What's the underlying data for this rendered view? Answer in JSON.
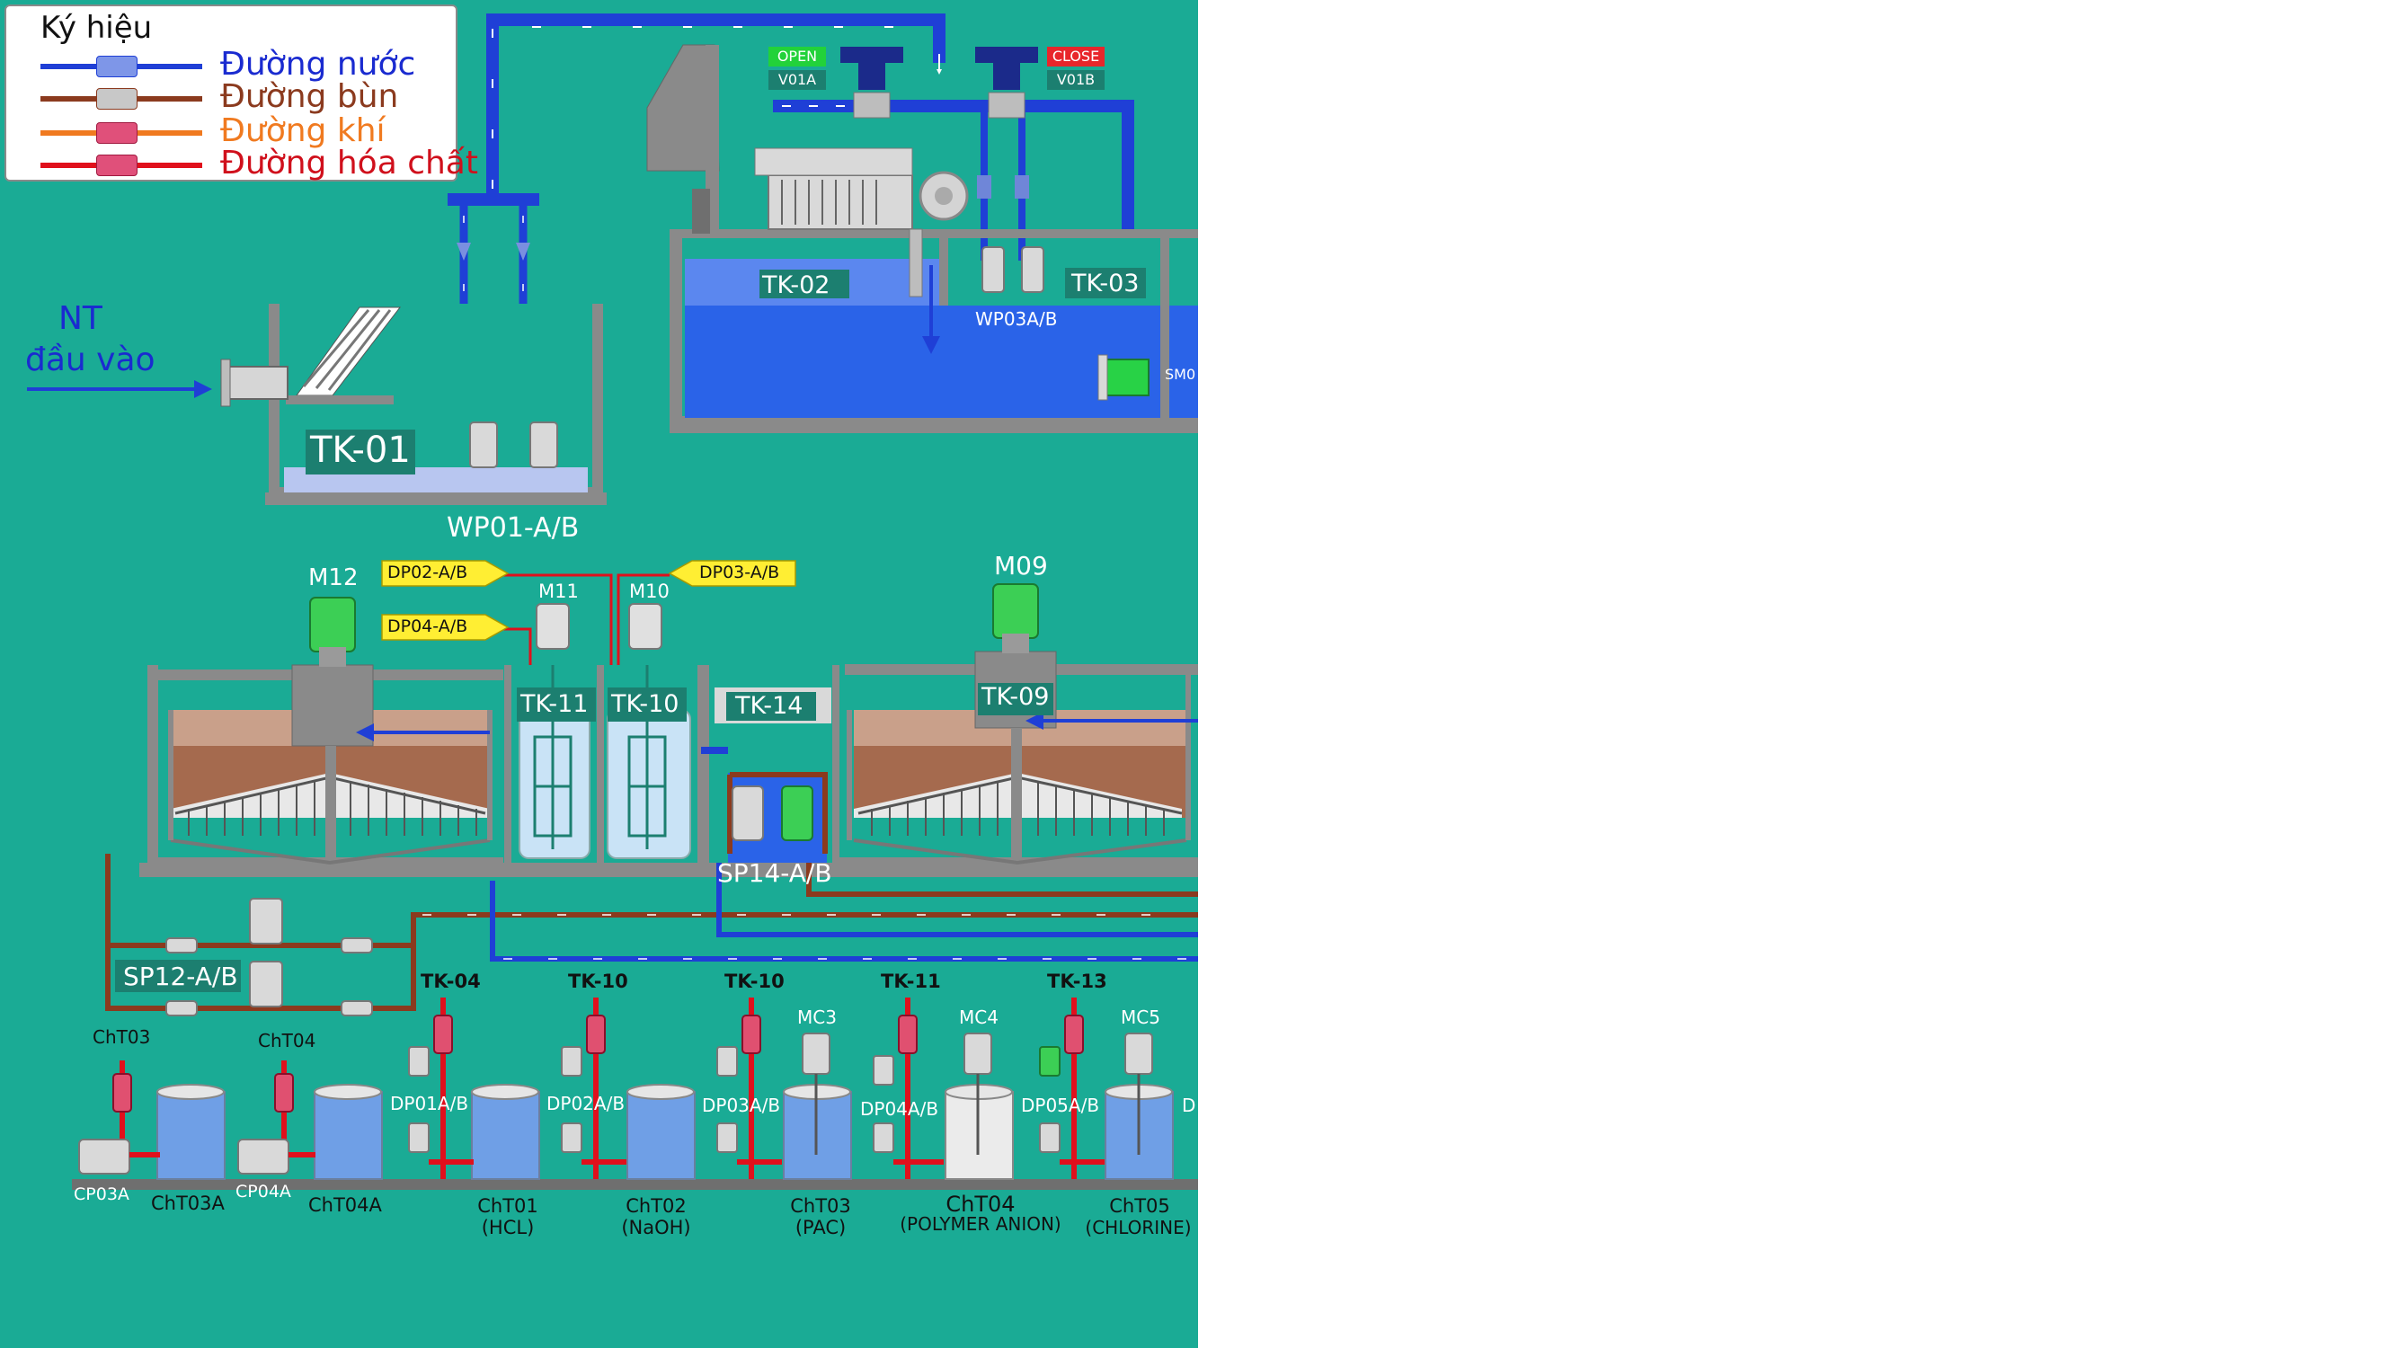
{
  "legend": {
    "title": "Ký hiệu",
    "items": [
      {
        "label": "Đường nước",
        "color": "#1f3fd6",
        "text_color": "#1a2bd0"
      },
      {
        "label": "Đường bùn",
        "color": "#8b3a1e",
        "text_color": "#8b3a1e"
      },
      {
        "label": "Đường khí",
        "color": "#f07a20",
        "text_color": "#f07a20"
      },
      {
        "label": "Đường hóa chất",
        "color": "#e0101c",
        "text_color": "#d0101c"
      }
    ]
  },
  "inlet": {
    "line1": "NT",
    "line2": "đầu vào"
  },
  "tanks": {
    "tk01": "TK-01",
    "tk02": "TK-02",
    "tk03": "TK-03",
    "tk09": "TK-09",
    "tk10": "TK-10",
    "tk11": "TK-11",
    "tk14": "TK-14"
  },
  "pumps": {
    "wp01": "WP01-A/B",
    "wp03": "WP03A/B",
    "sm": "SM0",
    "sp14": "SP14-A/B",
    "sp12": "SP12-A/B"
  },
  "valves": {
    "v01a": {
      "status": "OPEN",
      "name": "V01A",
      "status_color": "#22d23a"
    },
    "v01b": {
      "status": "CLOSE",
      "name": "V01B",
      "status_color": "#e8262b"
    }
  },
  "motors": {
    "m12": "M12",
    "m11": "M11",
    "m10": "M10",
    "m09": "M09"
  },
  "dosing_tags": {
    "dp02": "DP02-A/B",
    "dp04": "DP04-A/B",
    "dp03": "DP03-A/B"
  },
  "chemical_targets": [
    "TK-04",
    "TK-10",
    "TK-10",
    "TK-11",
    "TK-13"
  ],
  "chemical": {
    "cht03_valve": "ChT03",
    "cht04_valve": "ChT04",
    "cp03a": "CP03A",
    "cp04a": "CP04A",
    "cht03a": "ChT03A",
    "cht04a": "ChT04A",
    "dp01": "DP01A/B",
    "dp02": "DP02A/B",
    "dp03": "DP03A/B",
    "dp04": "DP04A/B",
    "dp05": "DP05A/B",
    "dp_cut": "D",
    "mc3": "MC3",
    "mc4": "MC4",
    "mc5": "MC5",
    "cht01": {
      "name": "ChT01",
      "sub": "(HCL)"
    },
    "cht02": {
      "name": "ChT02",
      "sub": "(NaOH)"
    },
    "cht03": {
      "name": "ChT03",
      "sub": "(PAC)"
    },
    "cht04": {
      "name": "ChT04",
      "sub": "(POLYMER ANION)"
    },
    "cht05": {
      "name": "ChT05",
      "sub": "(CHLORINE)"
    }
  }
}
